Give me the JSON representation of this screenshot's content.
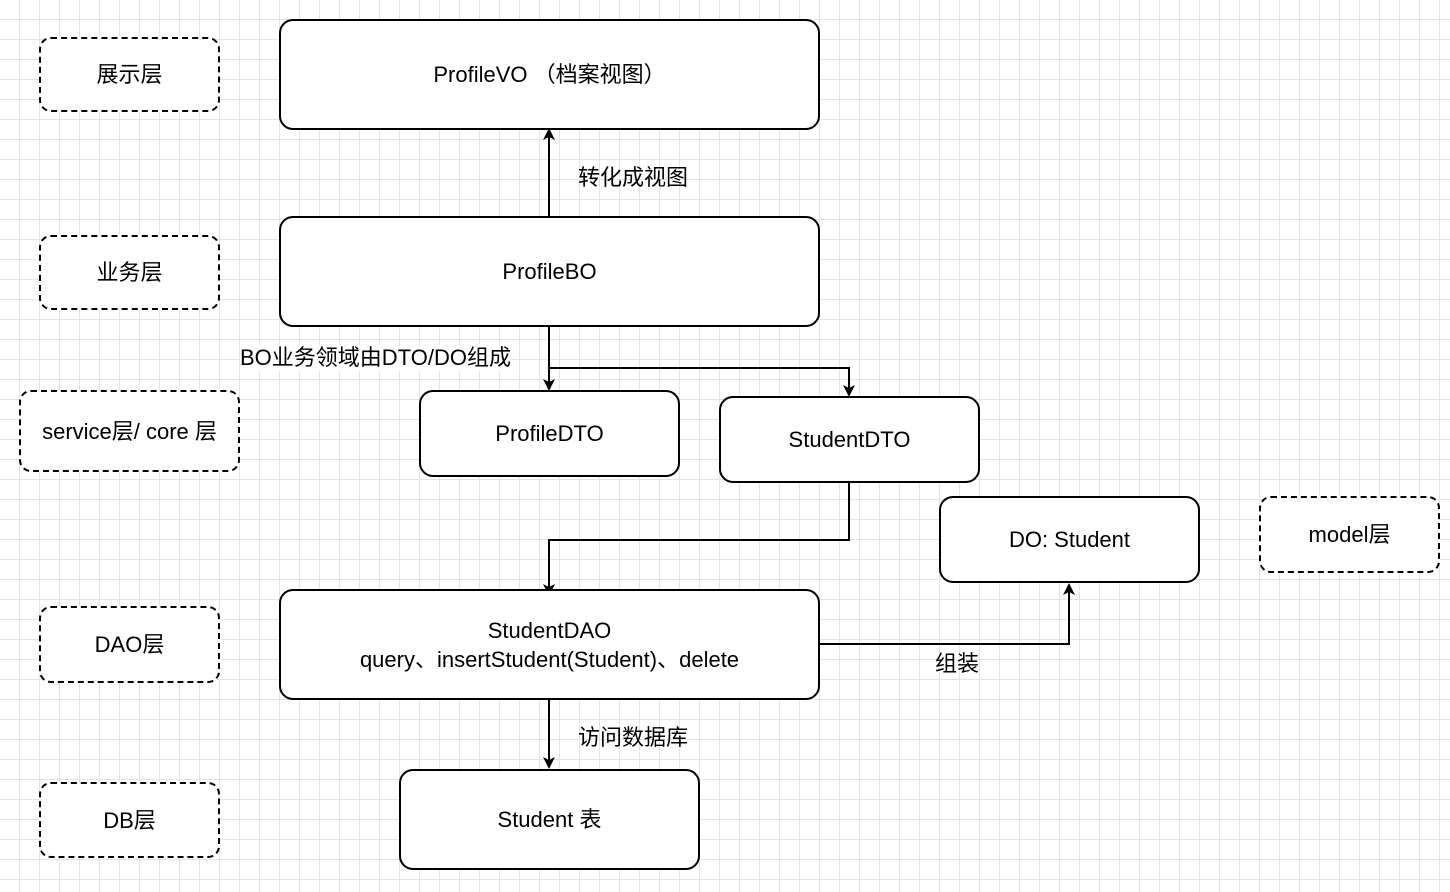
{
  "layers": {
    "presentation": "展示层",
    "business": "业务层",
    "service_core": "service层/ core 层",
    "dao": "DAO层",
    "db": "DB层",
    "model": "model层"
  },
  "nodes": {
    "profile_vo": "ProfileVO （档案视图）",
    "profile_bo": "ProfileBO",
    "profile_dto": "ProfileDTO",
    "student_dto": "StudentDTO",
    "do_student": "DO: Student",
    "student_dao_title": "StudentDAO",
    "student_dao_methods": "query、insertStudent(Student)、delete",
    "student_table": "Student 表"
  },
  "edges": {
    "to_view": "转化成视图",
    "bo_composition": "BO业务领域由DTO/DO组成",
    "assemble": "组装",
    "access_db": "访问数据库"
  }
}
